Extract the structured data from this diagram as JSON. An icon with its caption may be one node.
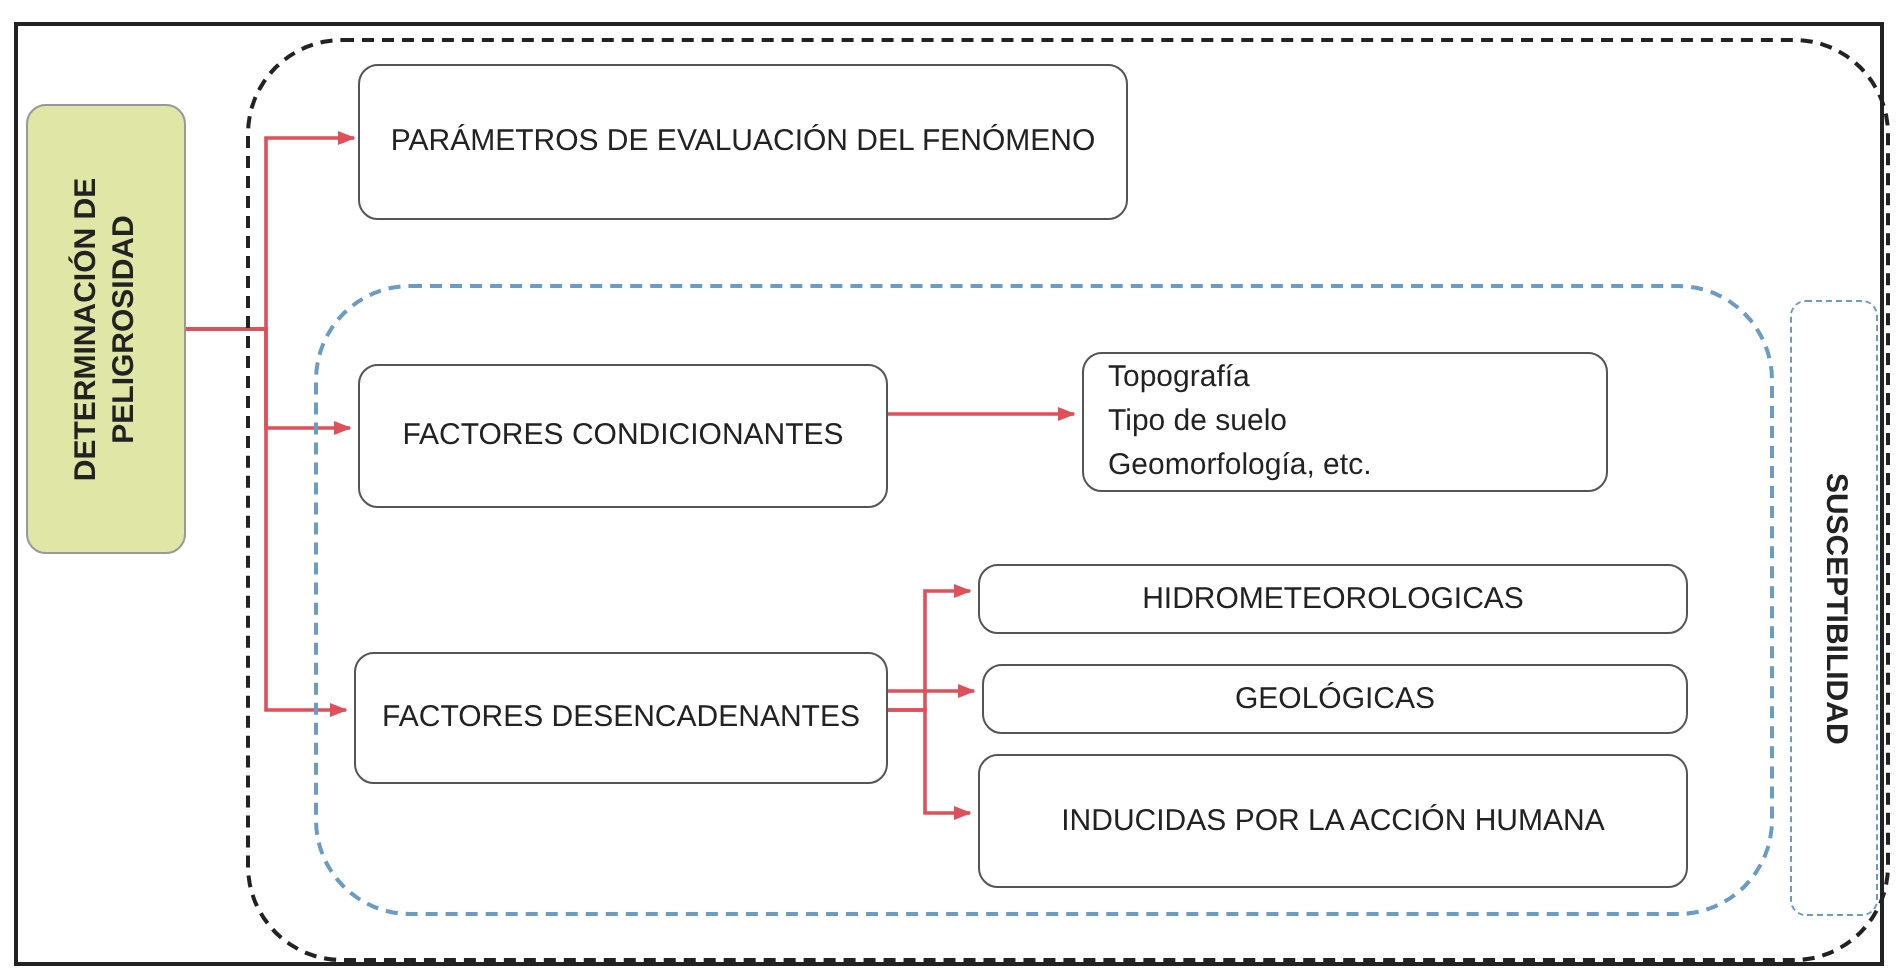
{
  "diagram": {
    "nodes": [
      {
        "text": [
          "DETERMINACIÓN DE PELIGROSIDAD"
        ]
      },
      {
        "text": [],
        "shape": "box"
      },
      {
        "text": [
          "PARÁMETROS  DE EVALUACIÓN DEL FENÓMENO"
        ],
        "in": 1
      },
      {
        "text": [],
        "shape": "box",
        "in": 1
      },
      {
        "text": [
          "FACTORES CONDICIONANTES"
        ],
        "in": 3
      },
      {
        "text": [
          "Topografía",
          "Tipo de suelo",
          "Geomorfología, etc."
        ],
        "in": 3
      },
      {
        "text": [
          "FACTORES DESENCADENANTES"
        ],
        "in": 3
      },
      {
        "text": [
          "HIDROMETEOROLOGICAS"
        ],
        "in": 3
      },
      {
        "text": [
          "GEOLÓGICAS"
        ],
        "in": 3
      },
      {
        "text": [
          "INDUCIDAS POR LA ACCIÓN HUMANA"
        ],
        "in": 3
      },
      {
        "text": [
          "SUSCEPTIBILIDAD"
        ],
        "in": 1
      }
    ],
    "edges": [
      {
        "from": 0,
        "to": 2,
        "arrow": "to"
      },
      {
        "from": 0,
        "to": 4,
        "arrow": "to"
      },
      {
        "from": 0,
        "to": 6,
        "arrow": "to"
      },
      {
        "from": 4,
        "to": 5,
        "arrow": "to"
      },
      {
        "from": 6,
        "to": 7,
        "arrow": "to"
      },
      {
        "from": 6,
        "to": 8,
        "arrow": "to"
      },
      {
        "from": 6,
        "to": 9,
        "arrow": "to"
      }
    ]
  }
}
